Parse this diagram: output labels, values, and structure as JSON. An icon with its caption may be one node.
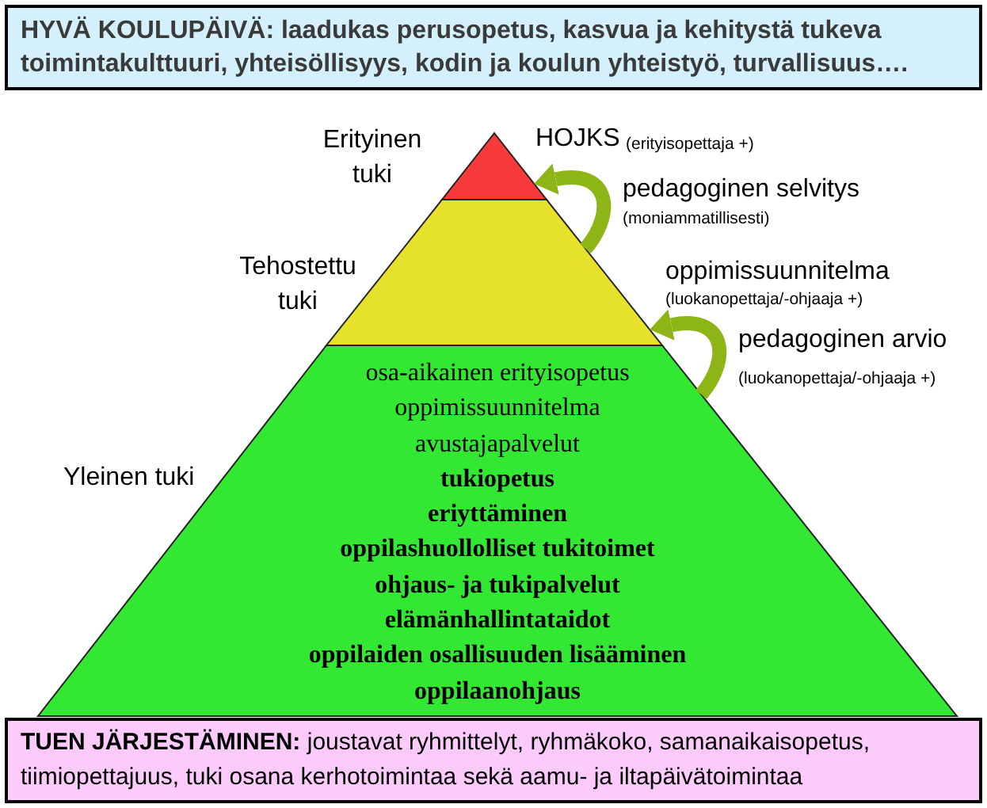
{
  "diagram": {
    "nodes": [
      {
        "text": [
          "**HYVÄ KOULUPÄIVÄ**: laadukas perusopetus, kasvua ja kehitystä tukeva toimintakulttuuri, yhteisöllisyys, kodin ja koulun yhteistyö, turvallisuus…."
        ]
      },
      {
        "text": [
          "Erityinen tuki"
        ],
        "beside": [
          "HOJKS",
          "(erityisopettaja +)"
        ]
      },
      {
        "text": [
          "Tehostettu tuki"
        ],
        "beside": [
          "oppimissuunnitelma",
          "(luokanopettaja/-ohjaaja +)"
        ]
      },
      {
        "text": [
          "Yleinen tuki",
          "osa-aikainen erityisopetus",
          "oppimissuunnitelma",
          "avustajapalvelut",
          "tukiopetus",
          "eriyttäminen",
          "oppilashuollolliset tukitoimet",
          "ohjaus- ja tukipalvelut",
          "elämänhallintataidot",
          "oppilaiden osallisuuden lisääminen",
          "oppilaanohjaus"
        ]
      },
      {
        "text": [
          "**TUEN JÄRJESTÄMINEN:** joustavat ryhmittelyt, ryhmäkoko, samanaikaisopetus, tiimiopettajuus, tuki osana kerhotoimintaa sekä aamu- ja iltapäivätoimintaa"
        ]
      }
    ],
    "edges": [
      {
        "from": 2,
        "to": 1,
        "arrow": "to",
        "label": "pedagoginen selvitys (moniammatillisesti)"
      },
      {
        "from": 3,
        "to": 2,
        "arrow": "to",
        "label": "pedagoginen arvio (luokanopettaja/-ohjaaja +)"
      }
    ]
  }
}
